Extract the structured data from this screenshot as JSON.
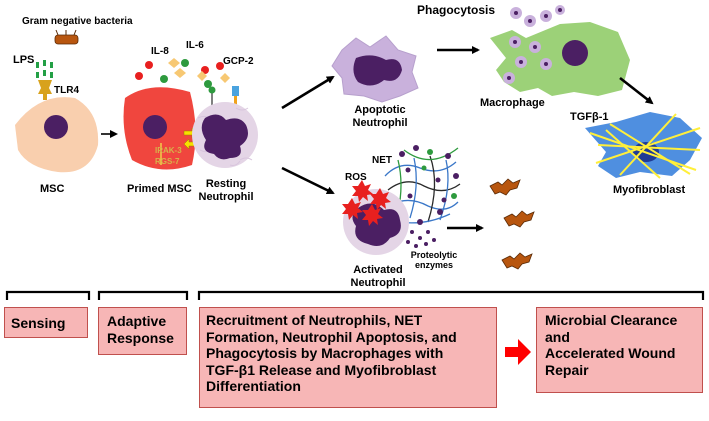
{
  "labels": {
    "gram_negative": "Gram negative bacteria",
    "lps": "LPS",
    "tlr4": "TLR4",
    "msc": "MSC",
    "il8": "IL-8",
    "il6": "IL-6",
    "gcp2": "GCP-2",
    "irak3": "IRAK-3",
    "rgs7": "RGS-7",
    "primed_msc": "Primed MSC",
    "resting_neutrophil": [
      "Resting",
      "Neutrophil"
    ],
    "phagocytosis": "Phagocytosis",
    "apoptotic_neutrophil": [
      "Apoptotic",
      "Neutrophil"
    ],
    "macrophage": "Macrophage",
    "tgfb1": "TGFβ-1",
    "myofibroblast": "Myofibroblast",
    "net": "NET",
    "ros": "ROS",
    "proteolytic_enzymes": [
      "Proteolytic",
      "enzymes"
    ],
    "activated_neutrophil": [
      "Activated",
      "Neutrophil"
    ]
  },
  "boxes": {
    "sensing": "Sensing",
    "adaptive_response": [
      "Adaptive",
      "Response"
    ],
    "recruitment": [
      "Recruitment of Neutrophils, NET",
      "Formation, Neutrophil Apoptosis, and",
      "Phagocytosis by Macrophages with",
      "TGF-β1 Release and Myofibroblast",
      "Differentiation"
    ],
    "outcome": [
      "Microbial Clearance",
      "and",
      "Accelerated Wound",
      "Repair"
    ]
  },
  "colors": {
    "box_fill": "#f7b6b6",
    "box_border": "#c0504d",
    "msc_fill": "#f9cfae",
    "primed_msc_fill": "#f0463e",
    "nucleus": "#4b1f63",
    "neutrophil_fill": "#e4d5e6",
    "apoptotic_fill": "#c9b1dc",
    "macrophage_fill": "#9cd178",
    "myofibroblast_fill": "#4f8fe0",
    "fibers": "#ffef3a",
    "bacteria": "#b8560f",
    "tlr4": "#d8a21c",
    "lps_bars": "#23a046",
    "ros": "#e8201f",
    "big_arrow": "#ff0000"
  },
  "icons": [
    "bacterium-icon",
    "tlr4-receptor-icon",
    "cytokine-dot-icon",
    "ros-star-icon",
    "net-strands-icon",
    "arrow-right-icon"
  ]
}
